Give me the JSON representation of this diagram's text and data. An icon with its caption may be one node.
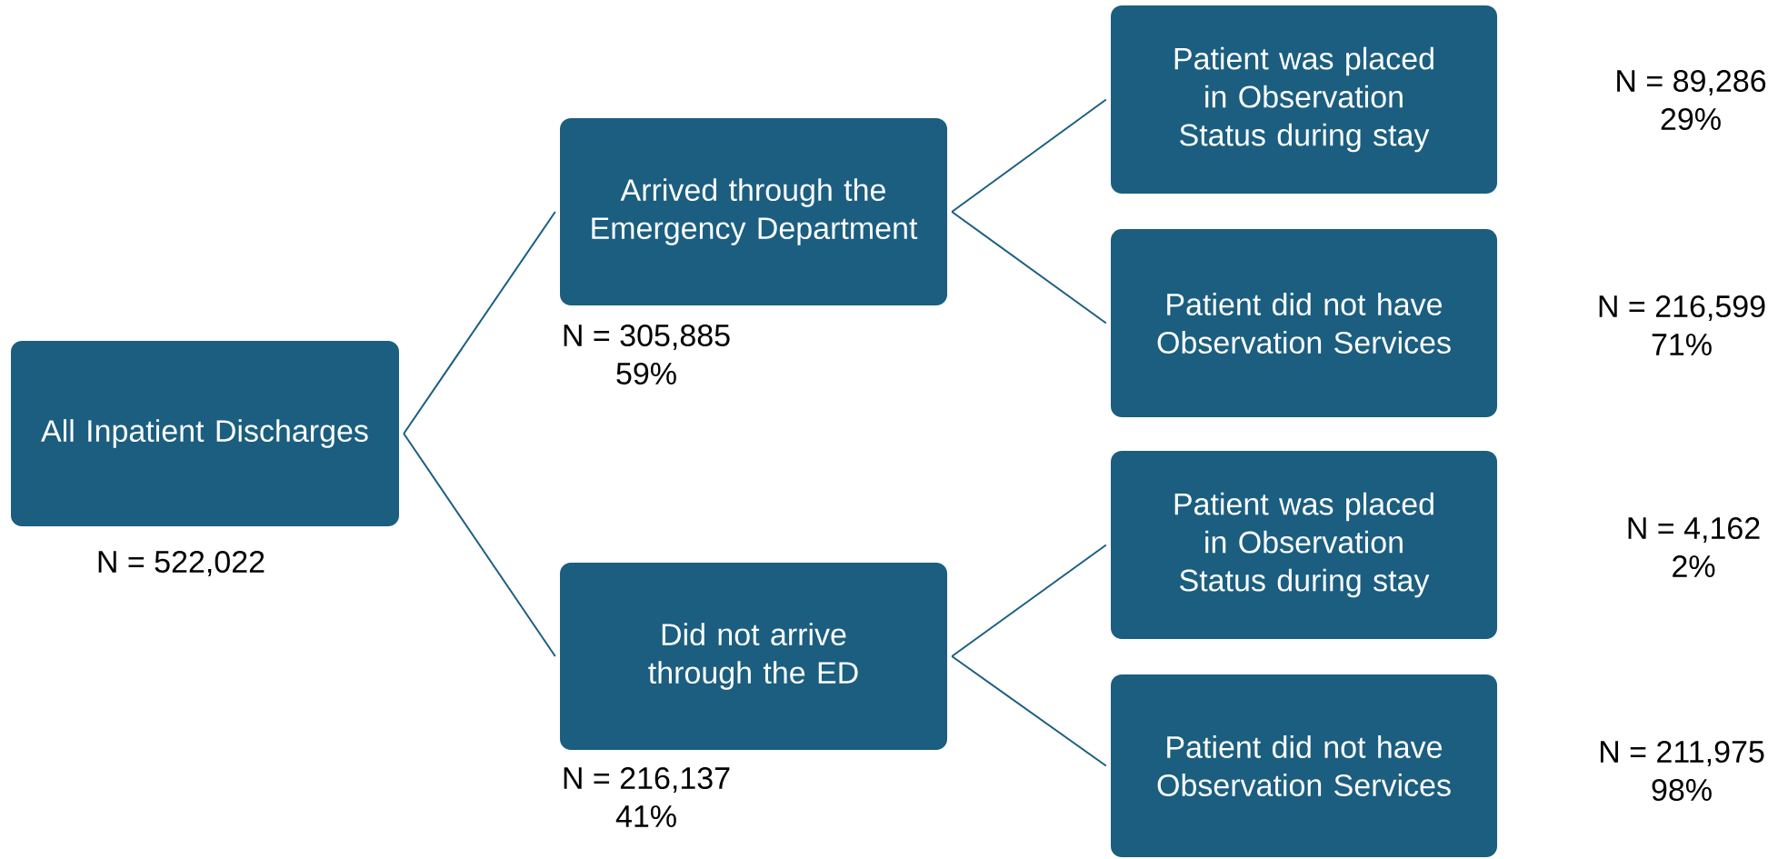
{
  "diagram": {
    "nodes": [
      {
        "text": [
          "All Inpatient Discharges"
        ],
        "beside": [
          "N = 522,022"
        ]
      },
      {
        "text": [
          "Arrived through the Emergency Department"
        ],
        "beside": [
          "N = 305,885",
          "59%"
        ]
      },
      {
        "text": [
          "Patient was placed in Observation Status during stay"
        ],
        "beside": [
          "N = 89,286",
          "29%"
        ]
      },
      {
        "text": [
          "Patient did not have Observation Services"
        ],
        "beside": [
          "N = 216,599",
          "71%"
        ]
      },
      {
        "text": [
          "Did not arrive through the ED"
        ],
        "beside": [
          "N = 216,137",
          "41%"
        ]
      },
      {
        "text": [
          "Patient was placed in Observation Status during stay"
        ],
        "beside": [
          "N = 4,162",
          "2%"
        ]
      },
      {
        "text": [
          "Patient did not have Observation Services"
        ],
        "beside": [
          "N = 211,975",
          "98%"
        ]
      }
    ],
    "edges": [
      {
        "from": 0,
        "to": 1,
        "arrow": "none"
      },
      {
        "from": 0,
        "to": 4,
        "arrow": "none"
      },
      {
        "from": 1,
        "to": 2,
        "arrow": "none"
      },
      {
        "from": 1,
        "to": 3,
        "arrow": "none"
      },
      {
        "from": 4,
        "to": 5,
        "arrow": "none"
      },
      {
        "from": 4,
        "to": 6,
        "arrow": "none"
      }
    ]
  }
}
